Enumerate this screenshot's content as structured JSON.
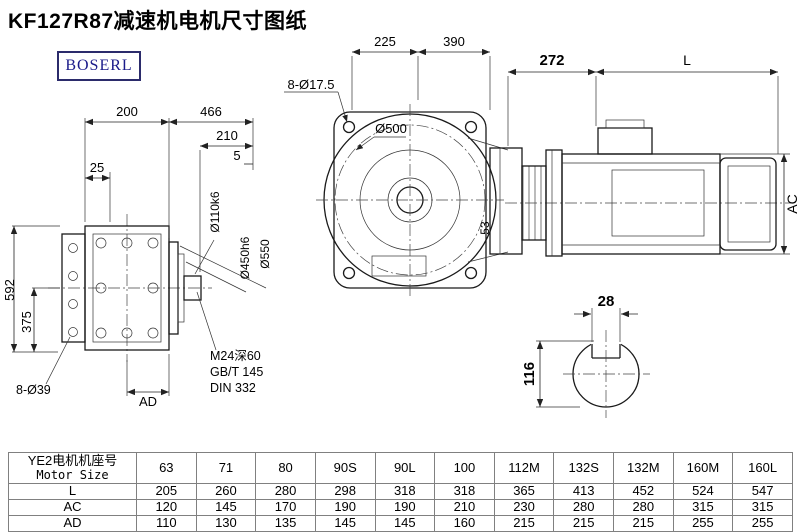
{
  "title": "KF127R87减速机电机尺寸图纸",
  "logo": "BOSERL",
  "dims": {
    "top_225": "225",
    "top_390": "390",
    "bolt_8d17": "8-Ø17.5",
    "motor_272": "272",
    "motor_L": "L",
    "flange_d500": "Ø500",
    "left_200": "200",
    "left_466": "466",
    "left_210": "210",
    "left_5": "5",
    "left_25": "25",
    "left_592": "592",
    "left_375": "375",
    "left_8d39": "8-Ø39",
    "left_AD": "AD",
    "shaft_d110": "Ø110k6",
    "flange_d450": "Ø450h6",
    "flange_d550": "Ø550",
    "tap_m24": "M24深60",
    "tap_gb": "GB/T 145",
    "tap_din": "DIN 332",
    "housing_53": "53",
    "motor_AC": "AC",
    "key_28": "28",
    "shaft_116": "116"
  },
  "table": {
    "header_cn": "YE2电机机座号",
    "header_en": "Motor Size",
    "columns": [
      "63",
      "71",
      "80",
      "90S",
      "90L",
      "100",
      "112M",
      "132S",
      "132M",
      "160M",
      "160L"
    ],
    "rows": [
      {
        "label": "L",
        "values": [
          "205",
          "260",
          "280",
          "298",
          "318",
          "318",
          "365",
          "413",
          "452",
          "524",
          "547"
        ]
      },
      {
        "label": "AC",
        "values": [
          "120",
          "145",
          "170",
          "190",
          "190",
          "210",
          "230",
          "280",
          "280",
          "315",
          "315"
        ]
      },
      {
        "label": "AD",
        "values": [
          "110",
          "130",
          "135",
          "145",
          "145",
          "160",
          "215",
          "215",
          "215",
          "255",
          "255"
        ]
      }
    ]
  }
}
